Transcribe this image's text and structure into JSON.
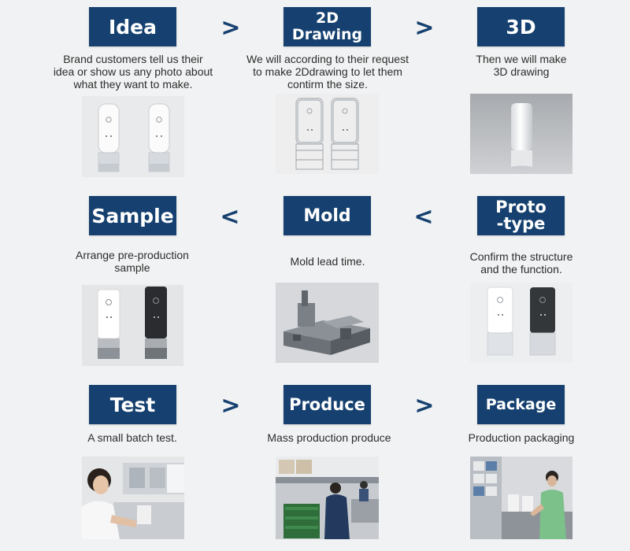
{
  "steps": {
    "idea": {
      "title": "Idea",
      "desc": "Brand customers tell us their\nidea or show us any photo about\nwhat they want to make."
    },
    "drawing2d": {
      "title": "2D\nDrawing",
      "desc": "We will according to their request\nto make 2Ddrawing to let them\ncontirm the size."
    },
    "drawing3d": {
      "title": "3D",
      "desc": "Then we will make\n3D drawing"
    },
    "sample": {
      "title": "Sample",
      "desc": "Arrange pre-production\nsample"
    },
    "mold": {
      "title": "Mold",
      "desc": "Mold lead time."
    },
    "prototype": {
      "title": "Proto\n-type",
      "desc": "Confirm the structure\nand the function."
    },
    "test": {
      "title": "Test",
      "desc": "A small batch test."
    },
    "produce": {
      "title": "Produce",
      "desc": "Mass production produce"
    },
    "package": {
      "title": "Package",
      "desc": "Production packaging"
    }
  },
  "arrows": {
    "right": ">",
    "left": "<"
  },
  "colors": {
    "box": "#15406f",
    "background": "#f1f2f3",
    "text": "#2c2c2c"
  }
}
